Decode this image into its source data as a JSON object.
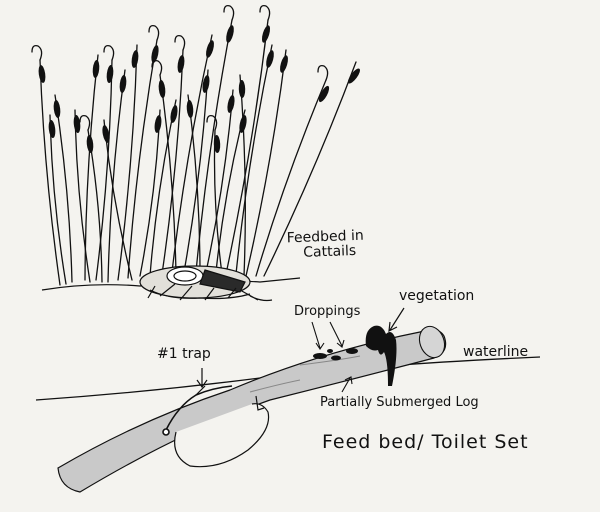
{
  "labels": {
    "feedbed_line1": "Feedbed in",
    "feedbed_line2": "Cattails",
    "droppings": "Droppings",
    "vegetation": "vegetation",
    "trap": "#1 trap",
    "waterline": "waterline",
    "log": "Partially Submerged Log",
    "title": "Feed bed/ Toilet Set"
  },
  "colors": {
    "paper": "#f4f3ef",
    "ink": "#111111",
    "log_shading": "#c9c9c9"
  }
}
